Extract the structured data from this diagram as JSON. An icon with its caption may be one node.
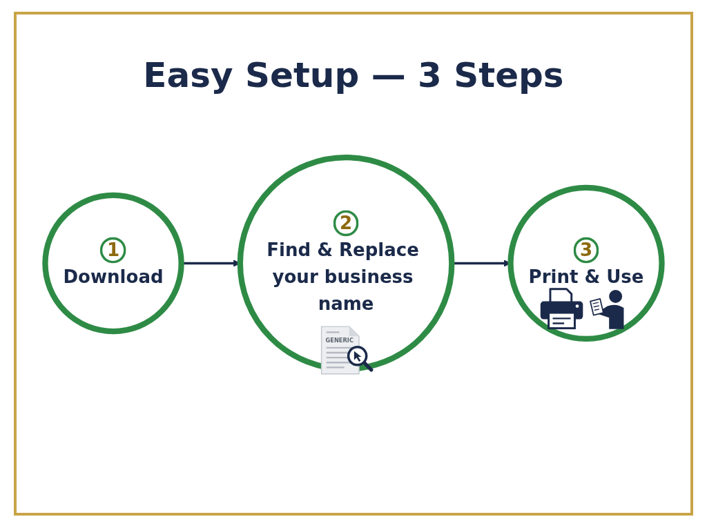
{
  "diagram": {
    "title": "Easy Setup — 3 Steps",
    "nodes": [
      {
        "text": [
          "1",
          "Download"
        ]
      },
      {
        "text": [
          "2",
          "Find & Replace your business name"
        ]
      },
      {
        "text": [
          "3",
          "Print & Use"
        ]
      }
    ],
    "edges": [
      {
        "from": 0,
        "to": 1,
        "arrow": "to"
      },
      {
        "from": 1,
        "to": 2,
        "arrow": "to"
      }
    ],
    "labels": [
      "GENERIC"
    ]
  }
}
